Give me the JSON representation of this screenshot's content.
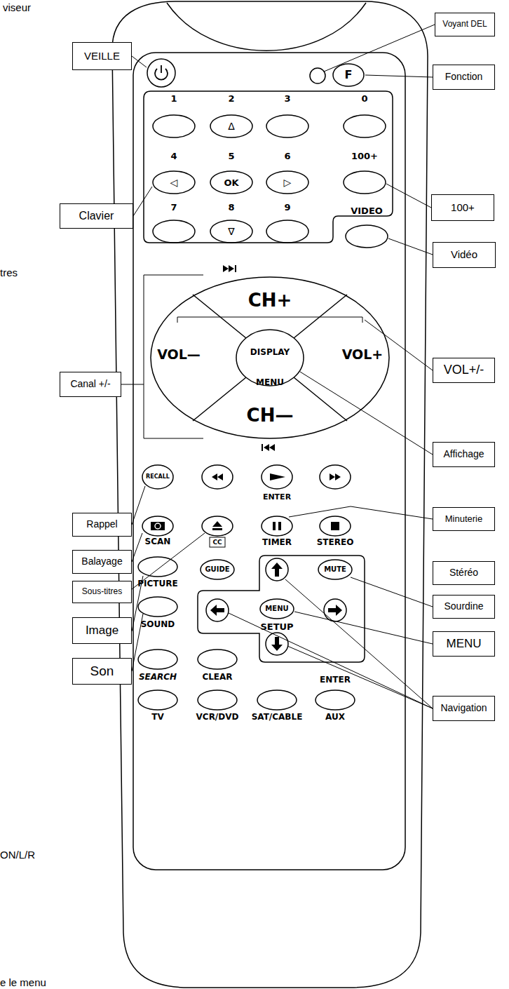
{
  "diagram": {
    "nodes": [
      {
        "text": [
          "VEILLE"
        ]
      },
      {
        "text": [
          "Voyant DEL"
        ]
      },
      {
        "text": [
          "Fonction"
        ]
      },
      {
        "text": [
          "Clavier"
        ]
      },
      {
        "text": [
          "100+"
        ]
      },
      {
        "text": [
          "Vidéo"
        ]
      },
      {
        "text": [
          "Canal +/-"
        ]
      },
      {
        "text": [
          "VOL+/-"
        ]
      },
      {
        "text": [
          "Affichage"
        ]
      },
      {
        "text": [
          "Rappel"
        ]
      },
      {
        "text": [
          "Minuterie"
        ]
      },
      {
        "text": [
          "Balayage"
        ]
      },
      {
        "text": [
          "Stéréo"
        ]
      },
      {
        "text": [
          "Sous-titres"
        ]
      },
      {
        "text": [
          "Sourdine"
        ]
      },
      {
        "text": [
          "Image"
        ]
      },
      {
        "text": [
          "MENU"
        ]
      },
      {
        "text": [
          "Son"
        ]
      },
      {
        "text": [
          "Navigation"
        ]
      }
    ],
    "labels": [
      "viseur",
      "1",
      "2",
      "3",
      "0",
      "Δ",
      "4",
      "5",
      "6",
      "100+",
      "◁",
      "OK",
      "▷",
      "7",
      "8",
      "9",
      "VIDEO",
      "∇",
      "tres",
      "CH+",
      "VOL—",
      "DISPLAY",
      "VOL+",
      "MENU",
      "CH—",
      "RECALL",
      "ENTER",
      "SCAN",
      "CC",
      "TIMER",
      "STEREO",
      "GUIDE",
      "MUTE",
      "PICTURE",
      "MENU",
      "SOUND",
      "SETUP",
      "SEARCH",
      "CLEAR",
      "ENTER",
      "TV",
      "VCR/DVD",
      "SAT/CABLE",
      "AUX",
      "ON/L/R",
      "e le menu",
      "F"
    ]
  }
}
